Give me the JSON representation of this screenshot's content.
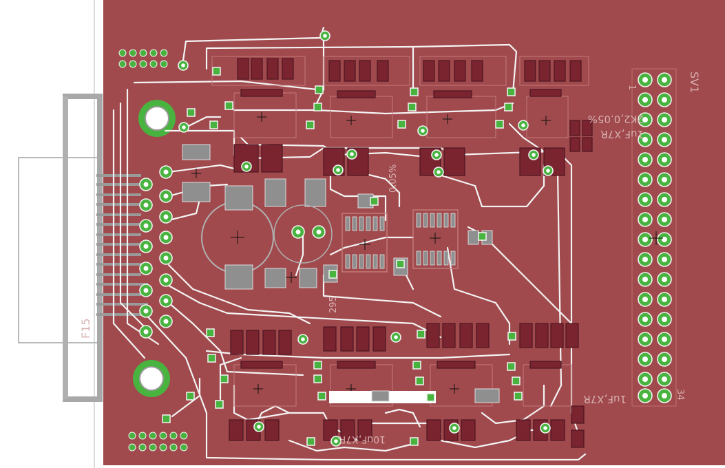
{
  "labels": {
    "connector_left": "F15",
    "header_right": "SV1",
    "pin_first": "1",
    "pin_last": "34",
    "value_resistor": "2K2,0.05%",
    "value_cap": "1uF,X7R",
    "value_cap_small": "10uF,X7R",
    "res_295": "295",
    "res_0_05": "0.05%"
  },
  "colors": {
    "board": "#a04a4d",
    "traces": "#f4f4f4",
    "copper_pads": "#7a2430",
    "vias": "#49b340",
    "silkscreen": "#d8b0b0"
  }
}
